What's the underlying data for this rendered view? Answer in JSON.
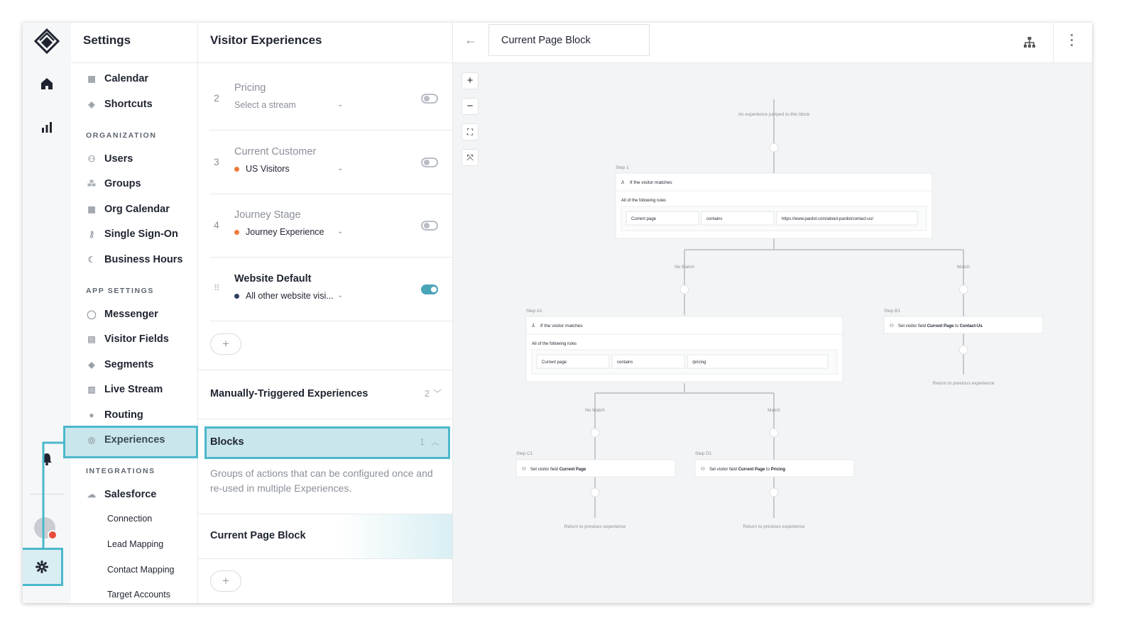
{
  "rail": {
    "icons": [
      "logo-icon",
      "home-icon",
      "analytics-icon",
      "bell-icon",
      "avatar",
      "gear-icon"
    ]
  },
  "settings": {
    "title": "Settings",
    "top_items": [
      {
        "label": "Calendar",
        "icon": "calendar-icon"
      },
      {
        "label": "Shortcuts",
        "icon": "layers-icon"
      }
    ],
    "organization_label": "ORGANIZATION",
    "organization_items": [
      {
        "label": "Users",
        "icon": "user-add-icon"
      },
      {
        "label": "Groups",
        "icon": "group-icon"
      },
      {
        "label": "Org Calendar",
        "icon": "calendar-icon"
      },
      {
        "label": "Single Sign-On",
        "icon": "key-icon"
      },
      {
        "label": "Business Hours",
        "icon": "moon-icon"
      }
    ],
    "app_settings_label": "APP SETTINGS",
    "app_items": [
      {
        "label": "Messenger",
        "icon": "chat-icon"
      },
      {
        "label": "Visitor Fields",
        "icon": "id-card-icon"
      },
      {
        "label": "Segments",
        "icon": "tag-icon"
      },
      {
        "label": "Live Stream",
        "icon": "dashboard-icon"
      },
      {
        "label": "Routing",
        "icon": "pin-icon"
      },
      {
        "label": "Experiences",
        "icon": "target-icon"
      }
    ],
    "integrations_label": "INTEGRATIONS",
    "integration_items": [
      {
        "label": "Salesforce",
        "icon": "cloud-icon"
      }
    ],
    "salesforce_sub": [
      "Connection",
      "Lead Mapping",
      "Contact Mapping",
      "Target Accounts"
    ]
  },
  "panel": {
    "title": "Visitor Experiences",
    "experiences": [
      {
        "num": "2",
        "title": "Pricing",
        "stream": "Select a stream",
        "dot": "",
        "enabled": false
      },
      {
        "num": "3",
        "title": "Current Customer",
        "stream": "US Visitors",
        "dot": "#f07a3b",
        "enabled": false
      },
      {
        "num": "4",
        "title": "Journey Stage",
        "stream": "Journey Experience",
        "dot": "#f07a3b",
        "enabled": false
      },
      {
        "num": "",
        "title": "Website Default",
        "stream": "All other website visi...",
        "dot": "#2f3f62",
        "enabled": true
      }
    ],
    "manual": {
      "label": "Manually-Triggered Experiences",
      "count": "2"
    },
    "blocks": {
      "label": "Blocks",
      "count": "1",
      "description": "Groups of actions that can be configured once and re-used in multiple Experiences."
    },
    "block_items": [
      "Current Page Block"
    ]
  },
  "canvas": {
    "block_name": "Current Page Block",
    "entry_text": "An experience jumped to this block",
    "step1": {
      "label": "Step 1",
      "header": "If the visitor matches",
      "rules": "All of the following rules",
      "field": "Current page",
      "op": "contains",
      "value": "https://www.pardot.com/about-pardot/contact-us/"
    },
    "no_match": "No Match",
    "match": "Match",
    "stepA1": {
      "label": "Step A1",
      "header": "If the visitor matches",
      "rules": "All of the following rules",
      "field": "Current page",
      "op": "contains",
      "value": "/pricing"
    },
    "stepB1": {
      "label": "Step B1",
      "prefix": "Set visitor field ",
      "field": "Current Page",
      "to": " to ",
      "value": "Contact-Us"
    },
    "stepC1": {
      "label": "Step C1",
      "prefix": "Set visitor field ",
      "field": "Current Page"
    },
    "stepD1": {
      "label": "Step D1",
      "prefix": "Set visitor field ",
      "field": "Current Page",
      "to": " to ",
      "value": "Pricing"
    },
    "return_text": "Return to previous experience",
    "zoom_controls": [
      {
        "name": "zoom-in-button",
        "glyph": "+"
      },
      {
        "name": "zoom-out-button",
        "glyph": "−"
      },
      {
        "name": "fit-screen-button",
        "glyph": "⛶"
      },
      {
        "name": "collapse-button",
        "glyph": "⤧"
      }
    ]
  },
  "colors": {
    "accent": "#4cb8cc",
    "highlight_fill": "#c9e6ec",
    "toggle_on": "#4aa4b7"
  }
}
